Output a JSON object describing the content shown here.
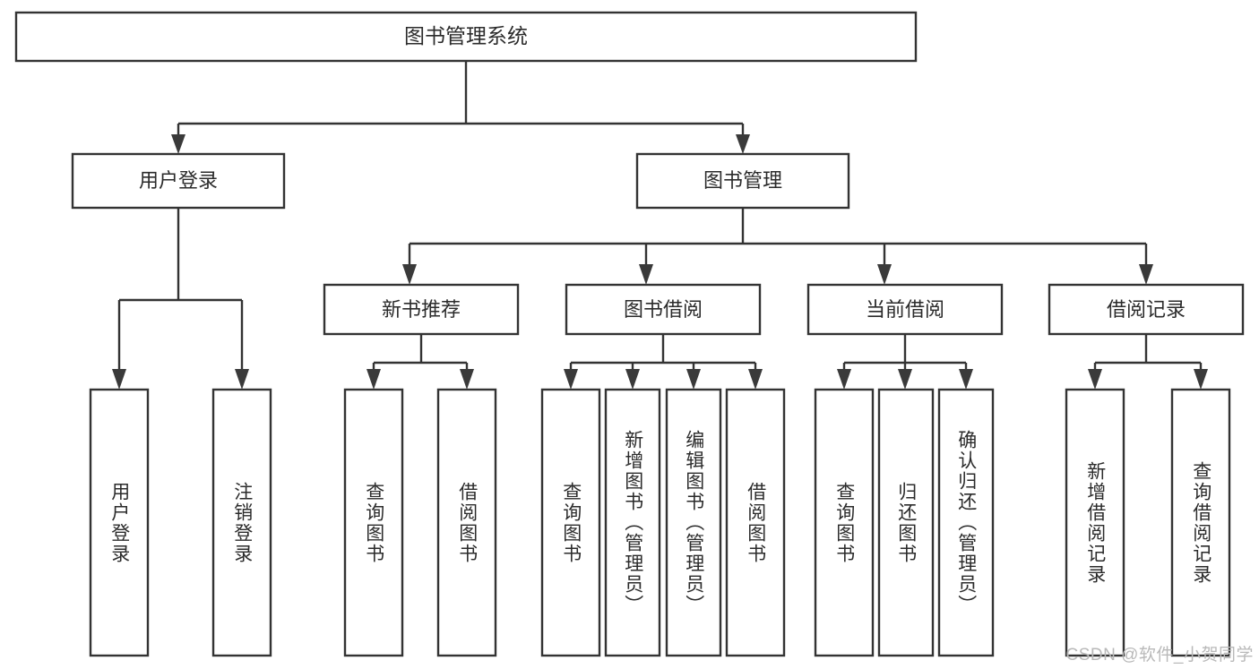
{
  "diagram": {
    "type": "tree-hierarchy",
    "title": "图书管理系统",
    "background_color": "#ffffff",
    "line_color": "#333333",
    "text_color": "#2b2b2b",
    "box_fill": "#ffffff"
  },
  "watermark": {
    "text": "CSDN @软件_小贺同学",
    "color": "#b9b9b9"
  },
  "nodes": {
    "root": {
      "label": "图书管理系统"
    },
    "level1": [
      {
        "id": "user-login",
        "label": "用户登录"
      },
      {
        "id": "book-manage",
        "label": "图书管理"
      }
    ],
    "level2": [
      {
        "id": "new-book-recommend",
        "label": "新书推荐"
      },
      {
        "id": "book-borrow",
        "label": "图书借阅"
      },
      {
        "id": "current-borrow",
        "label": "当前借阅"
      },
      {
        "id": "borrow-record",
        "label": "借阅记录"
      }
    ],
    "leaves": [
      {
        "id": "leaf-user-login",
        "label": "用户登录",
        "parent": "user-login"
      },
      {
        "id": "leaf-logout-login",
        "label": "注销登录",
        "parent": "user-login"
      },
      {
        "id": "leaf-query-book-1",
        "label": "查询图书",
        "parent": "new-book-recommend"
      },
      {
        "id": "leaf-borrow-book-1",
        "label": "借阅图书",
        "parent": "new-book-recommend"
      },
      {
        "id": "leaf-query-book-2",
        "label": "查询图书",
        "parent": "book-borrow"
      },
      {
        "id": "leaf-add-book",
        "label": "新增图书（管理员）",
        "parent": "book-borrow"
      },
      {
        "id": "leaf-edit-book",
        "label": "编辑图书（管理员）",
        "parent": "book-borrow"
      },
      {
        "id": "leaf-borrow-book-2",
        "label": "借阅图书",
        "parent": "book-borrow"
      },
      {
        "id": "leaf-query-book-3",
        "label": "查询图书",
        "parent": "current-borrow"
      },
      {
        "id": "leaf-return-book",
        "label": "归还图书",
        "parent": "current-borrow"
      },
      {
        "id": "leaf-confirm-return",
        "label": "确认归还（管理员）",
        "parent": "current-borrow"
      },
      {
        "id": "leaf-add-record",
        "label": "新增借阅记录",
        "parent": "borrow-record"
      },
      {
        "id": "leaf-query-record",
        "label": "查询借阅记录",
        "parent": "borrow-record"
      }
    ]
  }
}
